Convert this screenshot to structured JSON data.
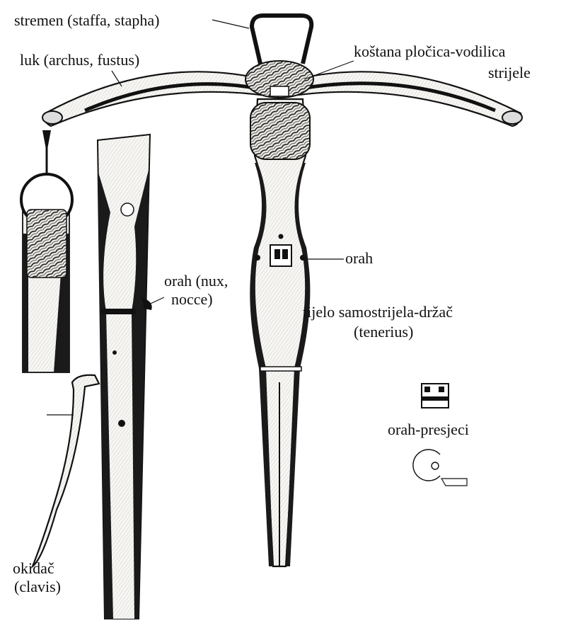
{
  "colors": {
    "ink": "#111111",
    "wood": "#f4f2ee",
    "paper": "#ffffff",
    "shade": "#2a2a2a"
  },
  "labels": {
    "stirrup": "stremen (staffa, stapha)",
    "bow": "luk (archus, fustus)",
    "bone_plate_line1": "koštana pločica-vodilica",
    "bone_plate_line2": "strijele",
    "nut_right": "orah",
    "nut_left_line1": "orah (nux,",
    "nut_left_line2": "nocce)",
    "stock_line1": "tijelo samostrijela-držač",
    "stock_line2": "(tenerius)",
    "nut_sections": "orah-presjeci",
    "trigger_line1": "okidač",
    "trigger_line2": "(clavis)"
  },
  "icons": [
    "crossbow-illustration",
    "stirrup-icon",
    "bow-icon",
    "nut-icon",
    "trigger-icon",
    "nut-section-icon"
  ]
}
